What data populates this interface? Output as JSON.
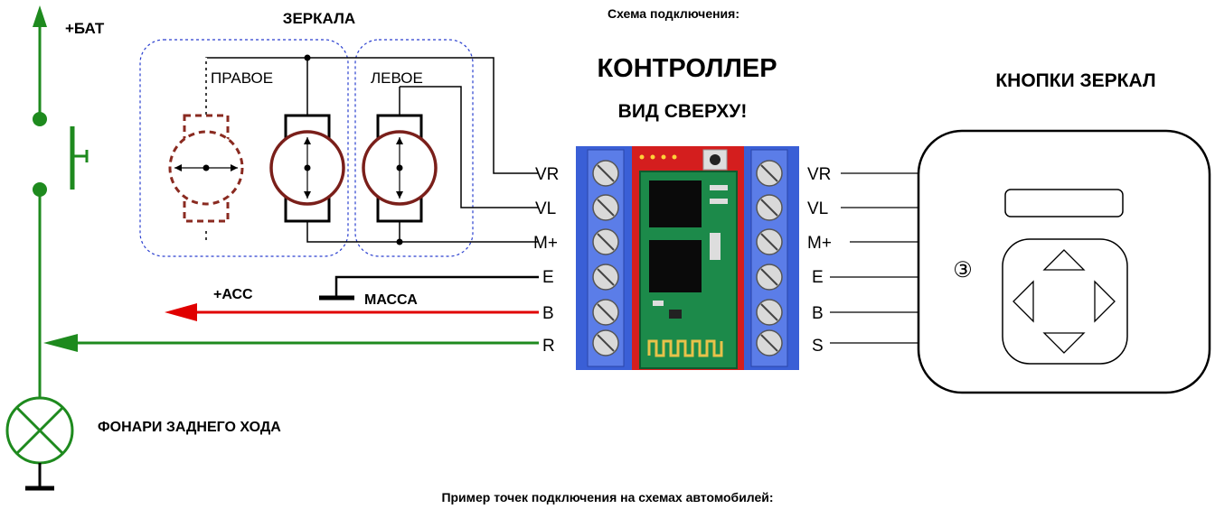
{
  "header": {
    "title": "Схема подключения:",
    "footer": "Пример точек подключения на схемах автомобилей:"
  },
  "controller": {
    "title": "КОНТРОЛЛЕР",
    "subtitle": "ВИД СВЕРХУ!",
    "left_pins": [
      "VR",
      "VL",
      "M+",
      "E",
      "B",
      "R"
    ],
    "right_pins": [
      "VR",
      "VL",
      "M+",
      "E",
      "B",
      "S"
    ]
  },
  "mirrors": {
    "title": "ЗЕРКАЛА",
    "right_label": "ПРАВОЕ",
    "left_label": "ЛЕВОЕ"
  },
  "power": {
    "battery": "+БАТ",
    "acc": "+АСС",
    "ground": "МАССА",
    "lamps": "ФОНАРИ ЗАДНЕГО ХОДА"
  },
  "buttons": {
    "title": "КНОПКИ ЗЕРКАЛ",
    "marker": "③"
  },
  "colors": {
    "green": "#1e8a1e",
    "red": "#e00000",
    "blue_board": "#3a5fd6",
    "brown": "#7a1f1a",
    "dashed_brown": "#8a2a20",
    "pcb_green": "#1c8a4a",
    "pcb_red": "#d41e1e"
  }
}
